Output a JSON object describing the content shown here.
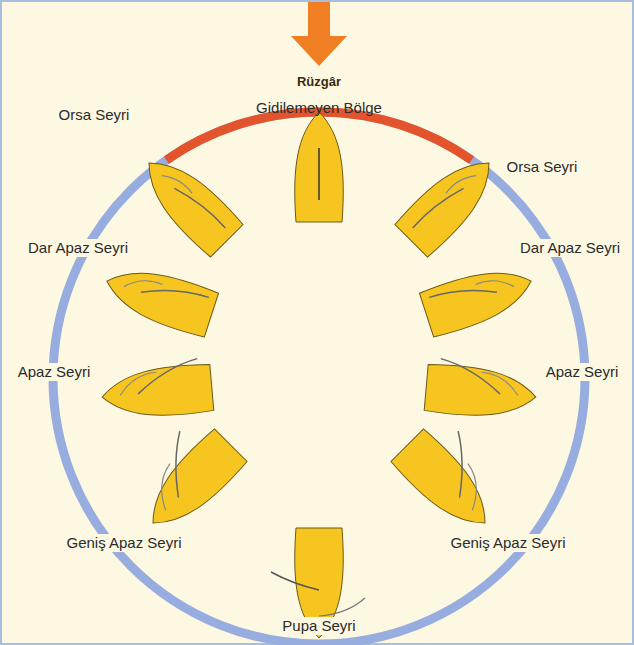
{
  "diagram": {
    "labels": [
      "Rüzgâr",
      "Gidilemeyen Bölge",
      "Orsa Seyri",
      "Orsa Seyri",
      "Dar Apaz Seyri",
      "Dar Apaz Seyri",
      "Apaz Seyri",
      "Apaz Seyri",
      "Geniş Apaz Seyri",
      "Geniş Apaz Seyri",
      "Pupa Seyri"
    ]
  }
}
